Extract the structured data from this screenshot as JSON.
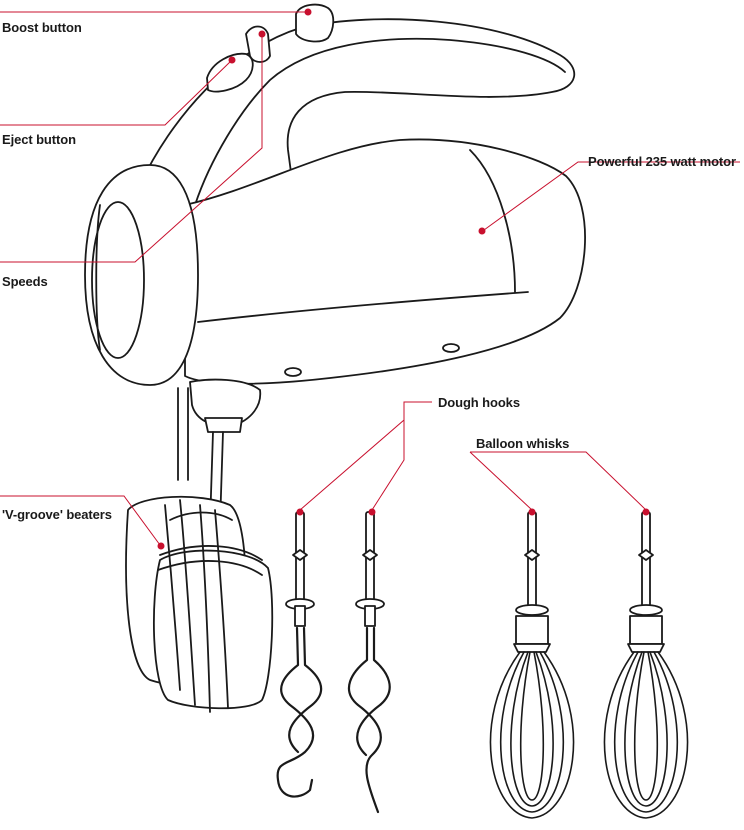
{
  "labels": {
    "boost": "Boost button",
    "eject": "Eject button",
    "speeds": "Speeds",
    "motor": "Powerful 235 watt motor",
    "vgroove": "'V-groove' beaters",
    "dough": "Dough hooks",
    "whisks": "Balloon whisks"
  },
  "colors": {
    "leader": "#c8102e",
    "outline": "#1a1a1a",
    "background": "#ffffff"
  }
}
